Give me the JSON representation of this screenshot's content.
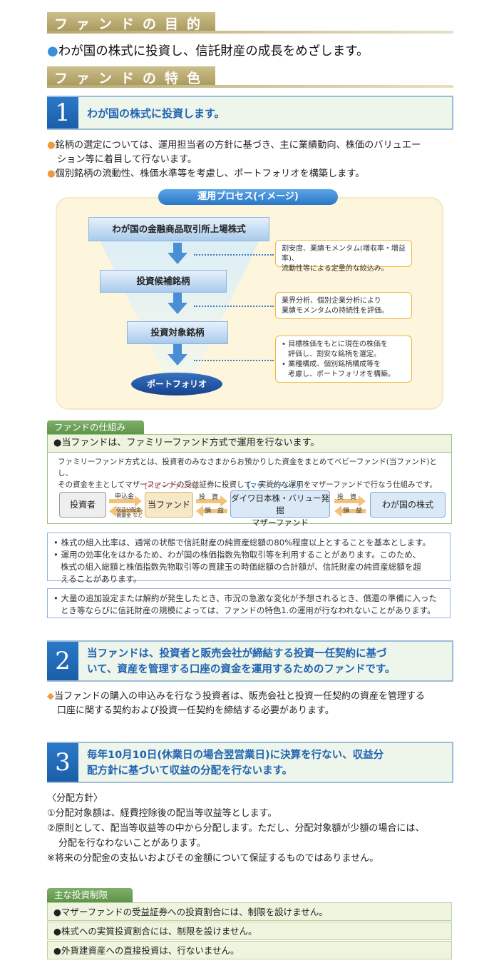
{
  "purpose": {
    "heading": "ファンドの目的",
    "text": "わが国の株式に投資し、信託財産の成長をめざします。"
  },
  "features_heading": "ファンドの特色",
  "feature1": {
    "number": "1",
    "title": "わが国の株式に投資します。",
    "bullets": [
      "銘柄の選定については、運用担当者の方針に基づき、主に業績動向、株価のバリュエー",
      "ション等に着目して行ないます。",
      "個別銘柄の流動性、株価水準等を考慮し、ポートフォリオを構築します。"
    ],
    "process": {
      "title": "運用プロセス(イメージ)",
      "step1": "わが国の金融商品取引所上場株式",
      "step2": "投資候補銘柄",
      "step3": "投資対象銘柄",
      "step4": "ポートフォリオ",
      "note1_line1": "割安度、業績モメンタム(増収率・増益率)、",
      "note1_line2": "流動性等による定量的な絞込み。",
      "note2_line1": "業界分析、個別企業分析により",
      "note2_line2": "業績モメンタムの持続性を評価。",
      "note3_a1": "• 目標株価をもとに現在の株価を",
      "note3_a2": "評価し、割安な銘柄を選定。",
      "note3_b1": "• 業種構成、個別銘柄構成等を",
      "note3_b2": "考慮し、ポートフォリオを構築。"
    }
  },
  "shikumi": {
    "tab": "ファンドの仕組み",
    "head": "●当ファンドは、ファミリーファンド方式で運用を行ないます。",
    "desc1": "ファミリーファンド方式とは、投資者のみなさまからお預かりした資金をまとめてベビーファンド(当ファンド)とし、",
    "desc2": "その資金を主としてマザーファンドの受益証券に投資して、実質的な運用をマザーファンドで行なう仕組みです。",
    "investor": "投資者",
    "app_money": "申込金",
    "dividend": "収益分配金、",
    "redemption": "償還金 など",
    "baby_label": "[ベビーファンド]",
    "baby": "当ファンド",
    "invest1": "投　資",
    "profit1": "損　益",
    "mother_label": "[マザーファンド]",
    "mother1": "ダイワ日本株・バリュー発掘",
    "mother2": "マザーファンド",
    "invest2": "投　資",
    "profit2": "損　益",
    "stocks": "わが国の株式"
  },
  "note_box1": [
    "• 株式の組入比率は、通常の状態で信託財産の純資産総額の80%程度以上とすることを基本とします。",
    "• 運用の効率化をはかるため、わが国の株価指数先物取引等を利用することがあります。このため、",
    "株式の組入総額と株価指数先物取引等の買建玉の時価総額の合計額が、信託財産の純資産総額を超",
    "えることがあります。"
  ],
  "note_box2": [
    "• 大量の追加設定または解約が発生したとき、市況の急激な変化が予想されるとき、償還の準備に入った",
    "とき等ならびに信託財産の規模によっては、ファンドの特色1.の運用が行なわれないことがあります。"
  ],
  "feature2": {
    "number": "2",
    "title1": "当ファンドは、投資者と販売会社が締結する投資一任契約に基づ",
    "title2": "いて、資産を管理する口座の資金を運用するためのファンドです。",
    "text1": "当ファンドの購入の申込みを行なう投資者は、販売会社と投資一任契約の資産を管理する",
    "text2": "口座に関する契約および投資一任契約を締結する必要があります。"
  },
  "feature3": {
    "number": "3",
    "title1": "毎年10月10日(休業日の場合翌営業日)に決算を行ない、収益分",
    "title2": "配方針に基づいて収益の分配を行ないます。",
    "policy_head": "〈分配方針〉",
    "p1": "①分配対象額は、経費控除後の配当等収益等とします。",
    "p2a": "②原則として、配当等収益等の中から分配します。ただし、分配対象額が少額の場合には、",
    "p2b": "分配を行なわないことがあります。",
    "p3": "※将来の分配金の支払いおよびその金額について保証するものではありません。"
  },
  "restrictions": {
    "tab": "主な投資制限",
    "items": [
      "●マザーファンドの受益証券への投資割合には、制限を設けません。",
      "●株式への実質投資割合には、制限を設けません。",
      "●外貨建資産への直接投資は、行ないません。"
    ]
  }
}
